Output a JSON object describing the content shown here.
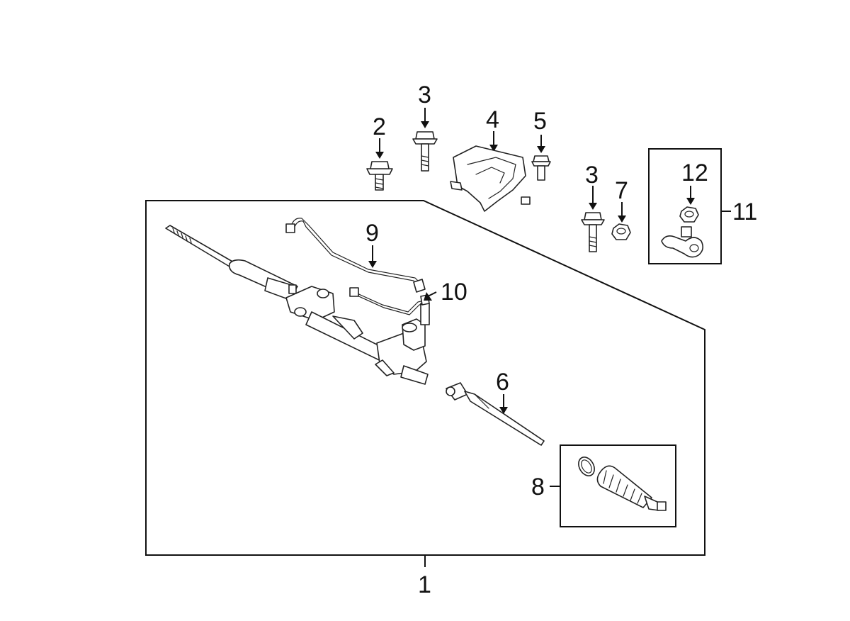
{
  "callouts": {
    "c1": "1",
    "c2": "2",
    "c3a": "3",
    "c3b": "3",
    "c4": "4",
    "c5": "5",
    "c6": "6",
    "c7": "7",
    "c8": "8",
    "c9": "9",
    "c10": "10",
    "c11": "11",
    "c12": "12"
  },
  "colors": {
    "line": "#111111",
    "background": "#ffffff"
  }
}
